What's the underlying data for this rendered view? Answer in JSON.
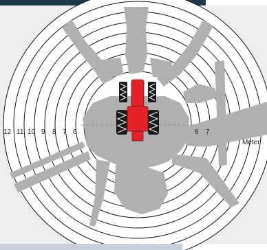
{
  "diagram": {
    "left_ring_labels": [
      "12",
      "11",
      "10",
      "9",
      "8",
      "7",
      "6"
    ],
    "right_ring_labels": [
      "6",
      "7"
    ],
    "unit_label": "Meter",
    "colors": {
      "ring_stroke": "#111111",
      "blind_zone": "#b0b0b0",
      "background": "#ecedef",
      "vehicle": "#e2232a",
      "tire": "#1a1a1a",
      "header_bar": "#1d3a4a",
      "footer_bar": "#c7d0d8"
    }
  }
}
